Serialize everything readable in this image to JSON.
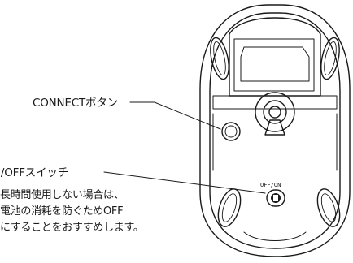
{
  "labels": {
    "connect": "CONNECTボタン",
    "switch": "N/OFFスイッチ",
    "switch_mark": "OFF/ON"
  },
  "note": {
    "lines": [
      "長時間使用しない場合は、",
      "電池の消耗を防ぐためOFF",
      "にすることをおすすめします。"
    ]
  },
  "colors": {
    "stroke": "#1a1a1a",
    "background": "#ffffff"
  }
}
